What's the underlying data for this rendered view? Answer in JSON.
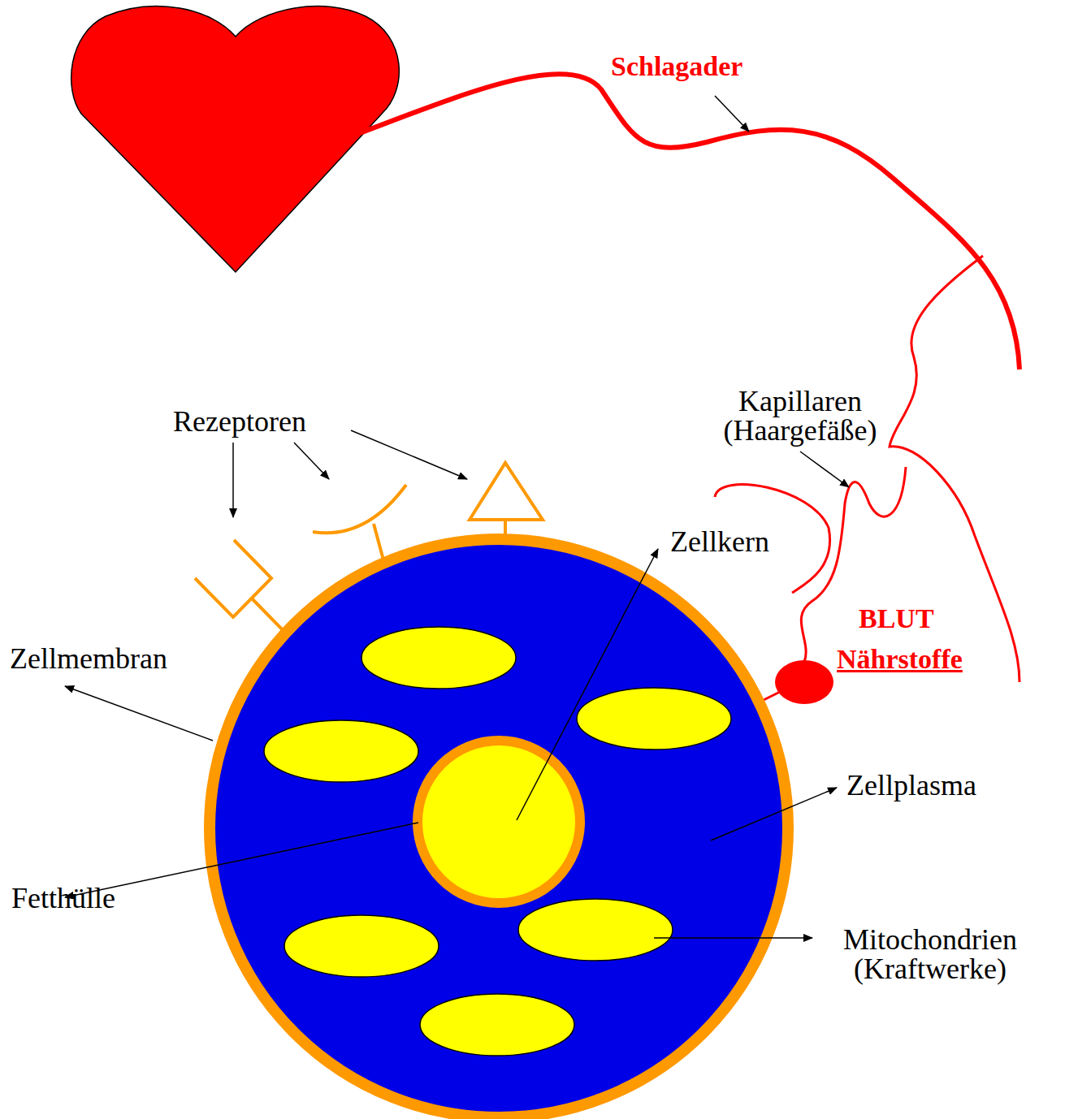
{
  "diagram": {
    "labels": [
      "Schlagader",
      "Rezeptoren",
      "Kapillaren (Haargefäße)",
      "Zellkern",
      "BLUT",
      "Nährstoffe",
      "Zellmembran",
      "Zellplasma",
      "Fetthülle",
      "Mitochondrien (Kraftwerke)"
    ]
  }
}
